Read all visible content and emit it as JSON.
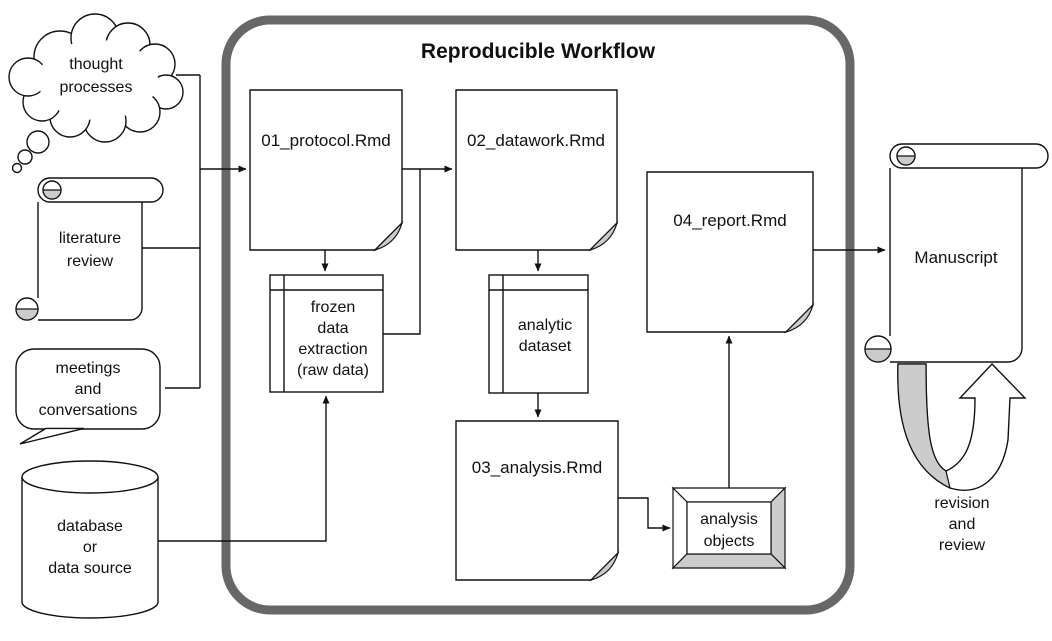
{
  "title": "Reproducible Workflow",
  "colors": {
    "ink": "#111111",
    "frame": "#676767",
    "accent": "#cccccc",
    "paper": "#ffffff"
  },
  "inputs": {
    "thought": {
      "lines": [
        "thought",
        "processes"
      ]
    },
    "literature": {
      "lines": [
        "literature",
        "review"
      ]
    },
    "meetings": {
      "lines": [
        "meetings",
        "and",
        "conversations"
      ]
    },
    "database": {
      "lines": [
        "database",
        "or",
        "data source"
      ]
    }
  },
  "workflow": {
    "protocol": {
      "label": "01_protocol.Rmd"
    },
    "datawork": {
      "label": "02_datawork.Rmd"
    },
    "frozen": {
      "lines": [
        "frozen",
        "data",
        "extraction",
        "(raw data)"
      ]
    },
    "analytic": {
      "lines": [
        "analytic",
        "dataset"
      ]
    },
    "analysis": {
      "label": "03_analysis.Rmd"
    },
    "analysis_objects": {
      "lines": [
        "analysis",
        "objects"
      ]
    },
    "report": {
      "label": "04_report.Rmd"
    }
  },
  "outputs": {
    "manuscript": {
      "label": "Manuscript"
    },
    "revision": {
      "lines": [
        "revision",
        "and",
        "review"
      ]
    }
  }
}
